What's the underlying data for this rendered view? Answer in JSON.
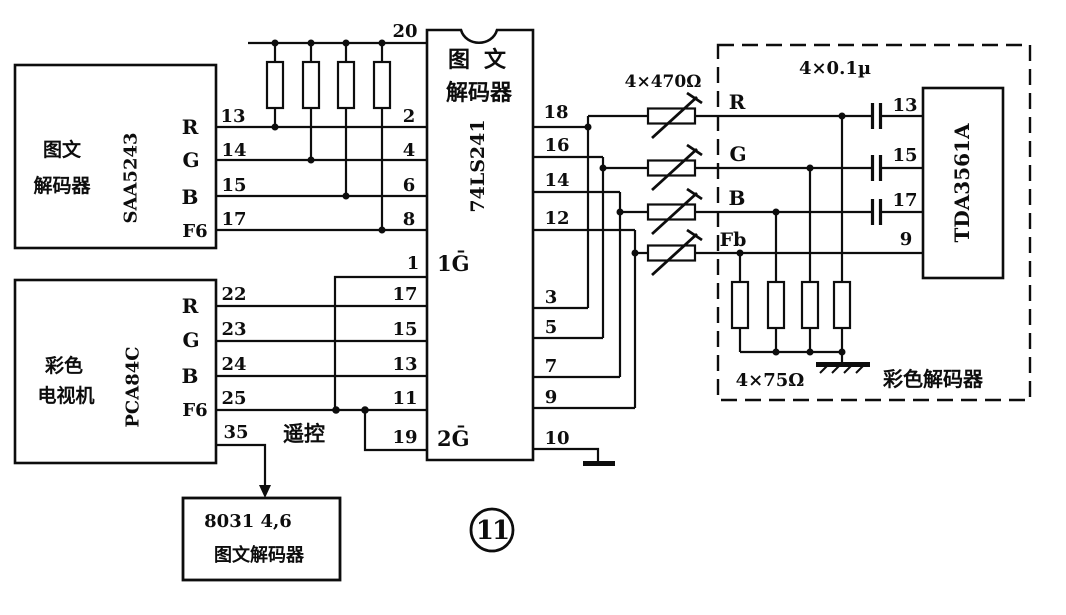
{
  "figure": {
    "number": "11"
  },
  "teletext_decoder": {
    "name_line1": "图文",
    "name_line2": "解码器",
    "chip": "SAA5243",
    "pins": [
      {
        "num": "13",
        "sig": "R"
      },
      {
        "num": "14",
        "sig": "G"
      },
      {
        "num": "15",
        "sig": "B"
      },
      {
        "num": "17",
        "sig": "F6"
      }
    ]
  },
  "tv": {
    "name_line1": "彩色",
    "name_line2": "电视机",
    "chip": "PCA84C",
    "pins": [
      {
        "num": "22",
        "sig": "R"
      },
      {
        "num": "23",
        "sig": "G"
      },
      {
        "num": "24",
        "sig": "B"
      },
      {
        "num": "25",
        "sig": "F6"
      },
      {
        "num": "35",
        "sig": ""
      }
    ]
  },
  "buffer": {
    "name_line1": "图文",
    "name_line2": "解码器",
    "chip": "74LS241",
    "pin_vcc": "20",
    "pin_enable1": "1",
    "enable1_label": "1Ḡ",
    "pin_enable2": "19",
    "enable2_label": "2Ḡ",
    "pins_in_top": [
      "2",
      "4",
      "6",
      "8"
    ],
    "pins_in_bottom": [
      "17",
      "15",
      "13",
      "11"
    ],
    "pins_out_top": [
      "18",
      "16",
      "14",
      "12"
    ],
    "pins_out_bottom": [
      "3",
      "5",
      "7",
      "9"
    ],
    "pin_gnd": "10"
  },
  "signals": [
    "R",
    "G",
    "B",
    "Fb"
  ],
  "labels": {
    "remote": "遥控",
    "resistors_470": "4×470Ω",
    "caps_01": "4×0.1µ",
    "resistors_75": "4×75Ω",
    "module": "彩色解码器"
  },
  "color_decoder": {
    "chip": "TDA3561A",
    "pins": [
      "13",
      "15",
      "17",
      "9"
    ]
  },
  "mcu": {
    "line1": "8031 4,6",
    "line2": "图文解码器"
  }
}
